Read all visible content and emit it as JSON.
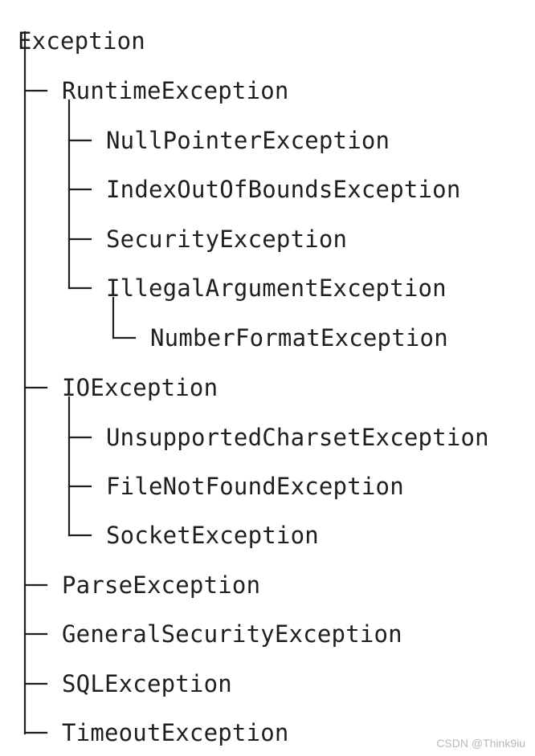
{
  "tree": {
    "root": {
      "label": "Exception"
    },
    "runtime": {
      "label": "RuntimeException",
      "children": [
        "NullPointerException",
        "IndexOutOfBoundsException",
        "SecurityException",
        "IllegalArgumentException"
      ],
      "grandchild": "NumberFormatException"
    },
    "io": {
      "label": "IOException",
      "children": [
        "UnsupportedCharsetException",
        "FileNotFoundException",
        "SocketException"
      ]
    },
    "others": [
      "ParseException",
      "GeneralSecurityException",
      "SQLException",
      "TimeoutException"
    ]
  },
  "watermark": "CSDN @Think9iu",
  "colors": {
    "text": "#1f1f1f",
    "lines": "#1f1f1f",
    "background": "#ffffff"
  }
}
